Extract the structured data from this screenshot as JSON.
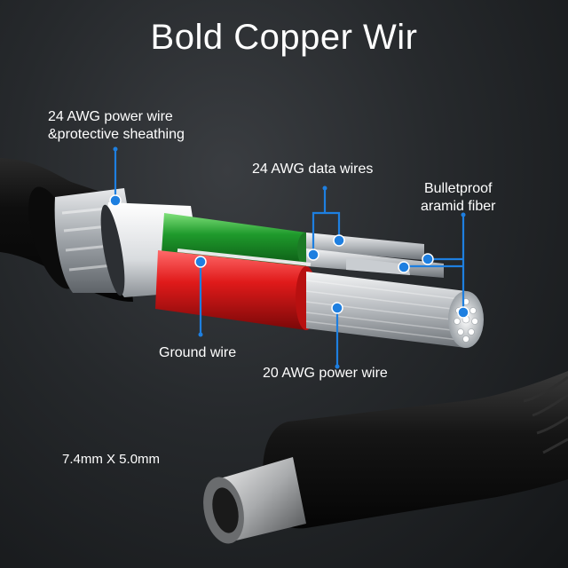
{
  "title": "Bold Copper Wir",
  "labels": {
    "power24_line1": "24 AWG power wire",
    "power24_line2": "&protective sheathing",
    "data24": "24 AWG data wires",
    "aramid_line1": "Bulletproof",
    "aramid_line2": "aramid fiber",
    "ground": "Ground wire",
    "power20": "20 AWG power wire",
    "size": "7.4mm X 5.0mm"
  },
  "colors": {
    "callout": "#1e7fe0",
    "green_wire": "#2aa43a",
    "red_wire": "#e02424",
    "jacket": "#121212"
  }
}
